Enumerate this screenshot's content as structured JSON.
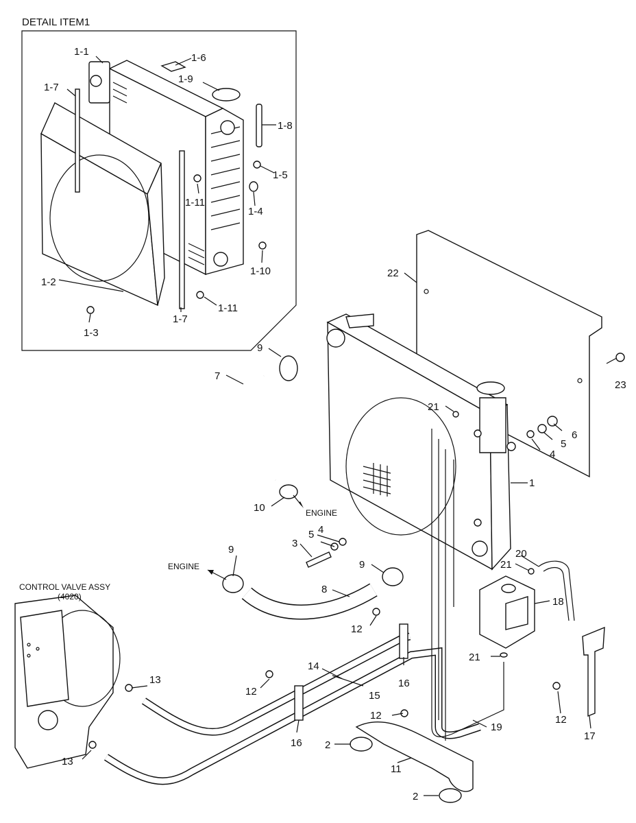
{
  "detail": {
    "title": "DETAIL ITEM1",
    "labels": [
      "1-1",
      "1-6",
      "1-9",
      "1-7",
      "1-8",
      "1-5",
      "1-11",
      "1-4",
      "1-10",
      "1-2",
      "1-3",
      "1-7",
      "1-11"
    ]
  },
  "annotations": {
    "control_valve": "CONTROL VALVE ASSY",
    "control_valve_code": "(4020)",
    "engine_upper": "ENGINE",
    "engine_lower": "ENGINE"
  },
  "callouts": [
    "22",
    "23",
    "9",
    "7",
    "21",
    "6",
    "5",
    "4",
    "1",
    "10",
    "4",
    "5",
    "3",
    "9",
    "9",
    "8",
    "20",
    "21",
    "18",
    "12",
    "21",
    "16",
    "13",
    "14",
    "15",
    "12",
    "16",
    "12",
    "19",
    "2",
    "11",
    "13",
    "17",
    "12",
    "2"
  ],
  "icons": [
    "radiator",
    "fan-shroud",
    "radiator-cap",
    "hose-clamp",
    "upper-hose",
    "lower-hose",
    "expansion-tank",
    "transmission",
    "oil-line",
    "bracket",
    "mount-bushing",
    "bolt",
    "washer",
    "nut",
    "side-cover"
  ]
}
